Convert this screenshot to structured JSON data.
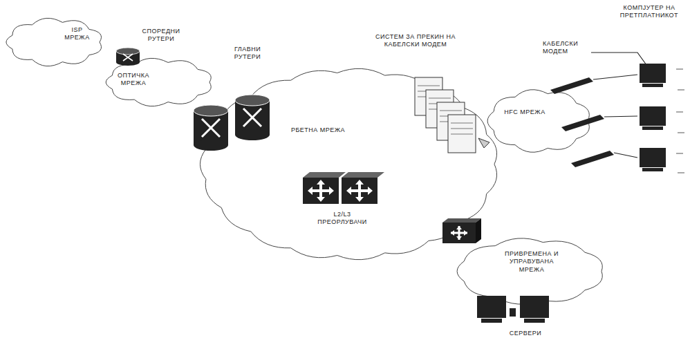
{
  "diagram": {
    "nodes": [
      {
        "text": [
          "ISP МРЕЖА"
        ]
      },
      {
        "text": [
          "ОПТИЧКА МРЕЖА"
        ]
      },
      {
        "text": [
          "РБЕТНА МРЕЖА"
        ]
      },
      {
        "text": [
          "L2/L3 ПРЕОРЛУВАЧИ"
        ],
        "in": 2
      },
      {
        "text": [
          "HFC МРЕЖА"
        ]
      },
      {
        "text": [
          "ПРИВРЕМЕНА И УПРАВУВАНА МРЕЖА"
        ]
      }
    ],
    "labels": [
      "СПОРЕДНИ РУТЕРИ",
      "ГЛАВНИ РУТЕРИ",
      "СИСТЕМ ЗА ПРЕКИН НА КАБЕЛСКИ МОДЕМ",
      "КАБЕЛСКИ МОДЕМ",
      "КОМПЈУТЕР НА ПРЕТПЛАТНИКОТ",
      "СЕРВЕРИ"
    ]
  }
}
